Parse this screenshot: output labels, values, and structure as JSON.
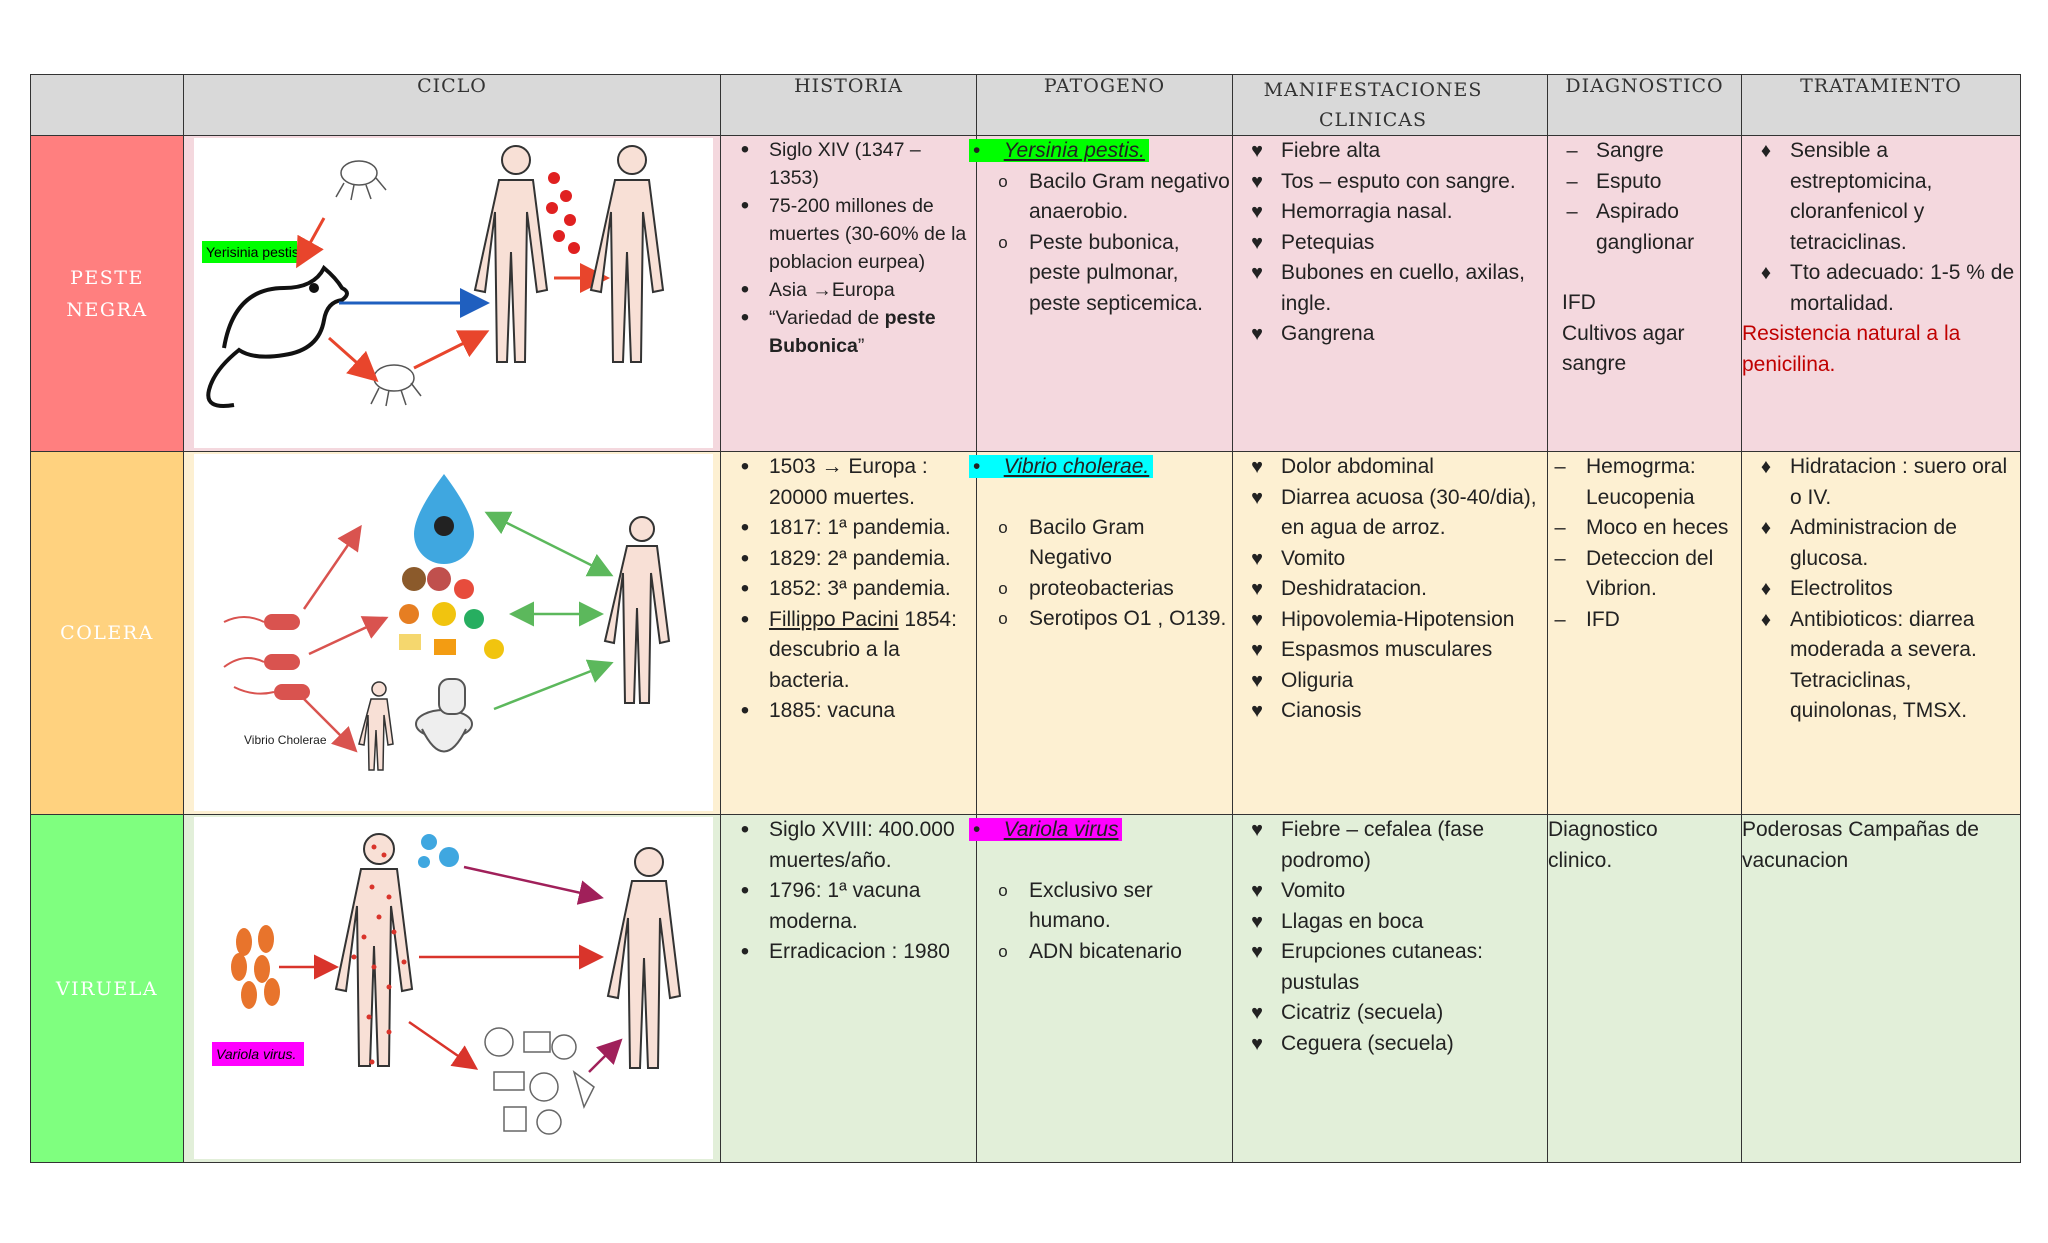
{
  "headers": [
    "",
    "CICLO",
    "HISTORIA",
    "PATOGENO",
    "MANIFESTACIONES CLINICAS",
    "DIAGNOSTICO",
    "TRATAMIENTO"
  ],
  "colors": {
    "peste": "#ff7f7f",
    "colera": "#ffd27f",
    "viruela": "#7fff7f",
    "peste_bg": "#f4d8de",
    "colera_bg": "#fdf0d2",
    "viruela_bg": "#e2efd9"
  },
  "rows": [
    {
      "label": "PESTE NEGRA",
      "ciclo_label": "Yerisinia pestis",
      "historia": [
        "Siglo XIV (1347 – 1353)",
        "75-200 millones de muertes (30-60% de la poblacion eurpea)",
        "Asia →Europa",
        "“Variedad de ",
        "peste Bubonica",
        "”"
      ],
      "patogeno": {
        "name": "Yersinia pestis.",
        "items": [
          "Bacilo Gram negativo anaerobio.",
          "Peste bubonica, peste pulmonar, peste septicemica."
        ]
      },
      "manifestaciones": [
        "Fiebre alta",
        "Tos – esputo con sangre.",
        "Hemorragia nasal.",
        "Petequias",
        "Bubones en cuello, axilas, ingle.",
        "Gangrena"
      ],
      "diagnostico": {
        "items": [
          "Sangre",
          "Esputo",
          "Aspirado ganglionar"
        ],
        "extra1": "IFD",
        "extra2": "Cultivos agar sangre"
      },
      "tratamiento": {
        "items": [
          "Sensible a estreptomicina, cloranfenicol y tetraciclinas.",
          "Tto adecuado: 1-5 % de mortalidad."
        ],
        "red": "Resistencia natural a la penicilina."
      }
    },
    {
      "label": "COLERA",
      "ciclo_label": "Vibrio Cholerae",
      "historia": [
        "1503 → Europa : 20000 muertes.",
        "1817: 1ª pandemia.",
        "1829: 2ª pandemia.",
        "1852: 3ª pandemia.",
        "Fillippo Pacini",
        " 1854: descubrio a la bacteria.",
        "1885: vacuna"
      ],
      "patogeno": {
        "name": "Vibrio cholerae.",
        "items": [
          "Bacilo Gram Negativo",
          "proteobacterias",
          "Serotipos O1 , O139."
        ]
      },
      "manifestaciones": [
        "Dolor abdominal",
        "Diarrea acuosa (30-40/dia), en agua de arroz.",
        "Vomito",
        "Deshidratacion.",
        "Hipovolemia-Hipotension",
        "Espasmos musculares",
        "Oliguria",
        "Cianosis"
      ],
      "diagnostico": {
        "items": [
          "Hemogrma: Leucopenia",
          "Moco en heces",
          "Deteccion del Vibrion.",
          "IFD"
        ]
      },
      "tratamiento": {
        "items": [
          "Hidratacion : suero oral o IV.",
          "Administracion de glucosa.",
          "Electrolitos",
          "Antibioticos: diarrea moderada a severa. Tetraciclinas, quinolonas, TMSX."
        ]
      }
    },
    {
      "label": "VIRUELA",
      "ciclo_label": "Variola virus.",
      "historia": [
        "Siglo XVIII: 400.000 muertes/año.",
        "1796: 1ª vacuna moderna.",
        "Erradicacion : 1980"
      ],
      "patogeno": {
        "name": "Variola virus",
        "items": [
          "Exclusivo ser humano.",
          "ADN bicatenario"
        ]
      },
      "manifestaciones": [
        "Fiebre – cefalea (fase podromo)",
        "Vomito",
        "Llagas en boca",
        "Erupciones cutaneas: pustulas",
        "Cicatriz (secuela)",
        "Ceguera (secuela)"
      ],
      "diagnostico": {
        "text": "Diagnostico clinico."
      },
      "tratamiento": {
        "text": "Poderosas Campañas de vacunacion"
      }
    }
  ]
}
